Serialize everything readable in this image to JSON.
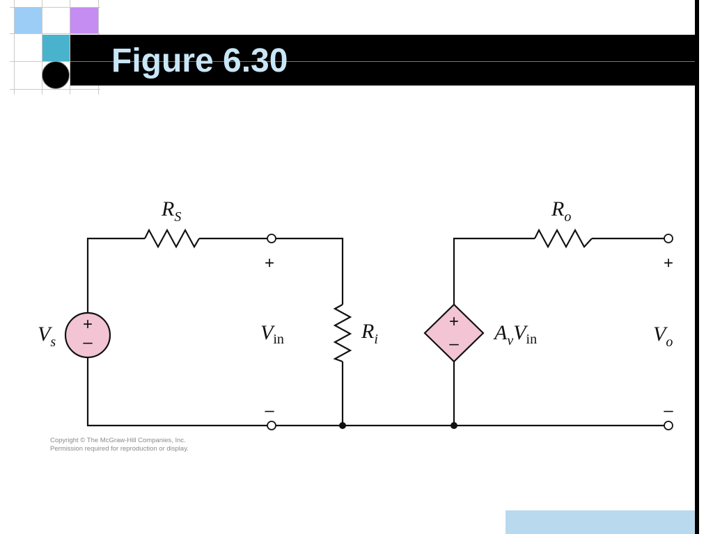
{
  "slide": {
    "title": "Figure 6.30",
    "copyright_line1": "Copyright © The McGraw-Hill Companies, Inc.",
    "copyright_line2": "Permission required for reproduction or display."
  },
  "circuit": {
    "source": {
      "symbol": "V",
      "subscript": "s",
      "plus": "+",
      "minus": "–"
    },
    "source_resistor": {
      "symbol": "R",
      "subscript": "S"
    },
    "input_voltage": {
      "symbol": "V",
      "subscript": "in",
      "plus": "+",
      "minus": "–"
    },
    "input_resistor": {
      "symbol": "R",
      "subscript": "i"
    },
    "dependent_source": {
      "gain_symbol": "A",
      "gain_subscript": "v",
      "voltage_symbol": "V",
      "voltage_subscript": "in",
      "plus": "+",
      "minus": "–"
    },
    "output_resistor": {
      "symbol": "R",
      "subscript": "o"
    },
    "output_voltage": {
      "symbol": "V",
      "subscript": "o",
      "plus": "+",
      "minus": "–"
    }
  },
  "colors": {
    "title_bar": "#000000",
    "title_text": "#c9e6f7",
    "source_fill": "#f2c4d4",
    "wire": "#111111"
  }
}
